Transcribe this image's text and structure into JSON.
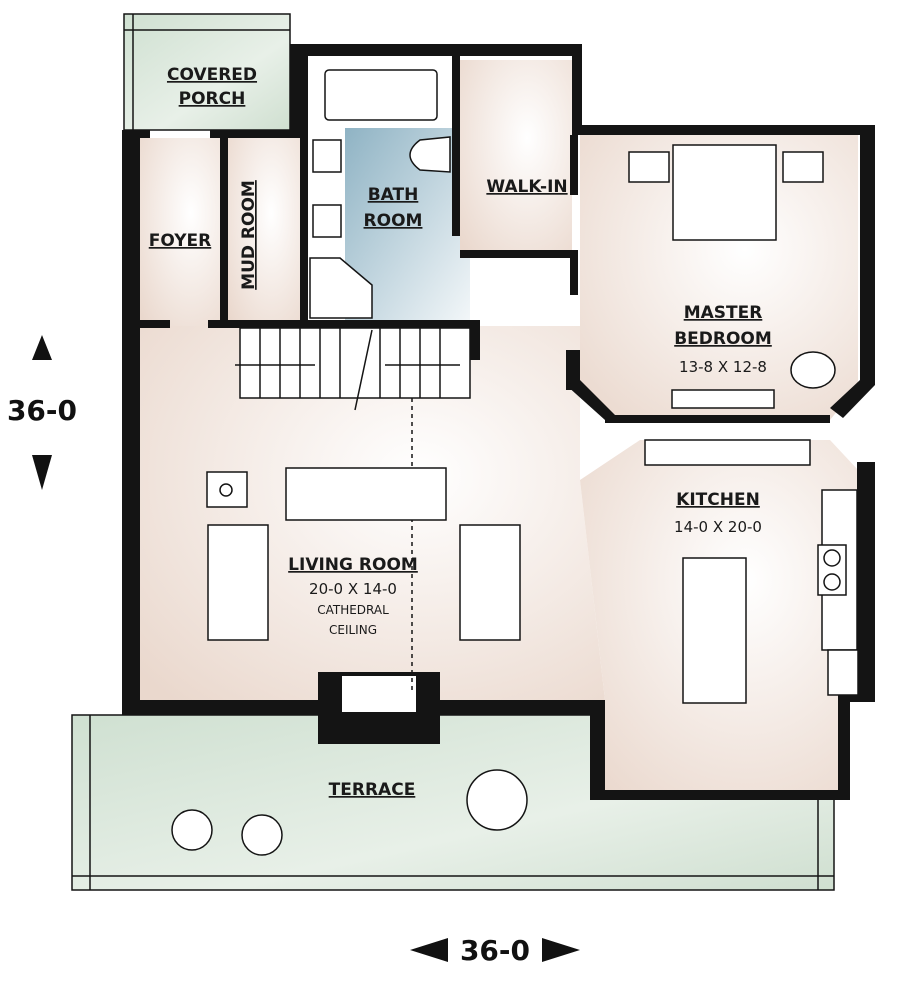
{
  "plan": {
    "rooms": {
      "covered_porch": {
        "line1": "COVERED",
        "line2": "PORCH"
      },
      "foyer": {
        "label": "FOYER"
      },
      "mud_room": {
        "label": "MUD ROOM"
      },
      "bathroom": {
        "line1": "BATH",
        "line2": "ROOM"
      },
      "walk_in": {
        "label": "WALK-IN"
      },
      "master_bedroom": {
        "line1": "MASTER",
        "line2": "BEDROOM",
        "dims": "13-8 X 12-8"
      },
      "kitchen": {
        "label": "KITCHEN",
        "dims": "14-0 X 20-0"
      },
      "living_room": {
        "label": "LIVING ROOM",
        "dims": "20-0 X 14-0",
        "note1": "CATHEDRAL",
        "note2": "CEILING"
      },
      "terrace": {
        "label": "TERRACE"
      }
    },
    "dimensions": {
      "depth": "36-0",
      "width": "36-0"
    },
    "colors": {
      "wall": "#141414",
      "interior": "#f0e4dc",
      "bath": "#a9c7d3",
      "exterior": "#d9e6da"
    }
  }
}
